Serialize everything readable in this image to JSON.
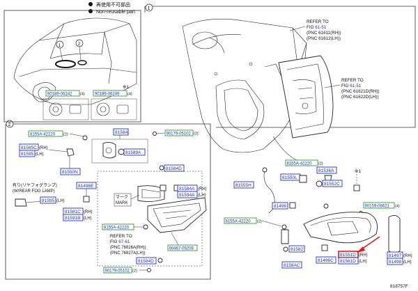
{
  "legend": {
    "item1": "再使用不可部品",
    "item2": "Non-reusable part"
  },
  "sections": {
    "s1": "1",
    "s2": "2"
  },
  "note": {
    "x1_label": "※1",
    "refer_61_51": [
      "REFER TO",
      "FIG 61-51",
      "(PNC  61611(RH))",
      "(PNC  61612(LH))"
    ],
    "refer_61_51_link": "61-51",
    "refer_61_51b": [
      "REFER TO",
      "FIG 61-51",
      "(PNC  61621D(RH))",
      "(PNC  61622D(LH))"
    ],
    "refer_67_61": [
      "REFER TO",
      "FIG 67-61",
      "(PNC 76826A(RH))",
      "(PNC 76827A(LH))"
    ],
    "fog_lamp": [
      "有り(リヤフォグランプ)",
      "(W/REAR FOG LAMP)"
    ],
    "mark": [
      "マーク",
      "MARK"
    ],
    "x1_right": "※1"
  },
  "parts": {
    "p90189_06242": "90189-06242",
    "p90189_06242_qty": "(4)",
    "p90189_06249": "90189-06249",
    "p90189_06249_qty": "(4)",
    "p8155A_42220_a": "8155A-42220",
    "p8155A_42220_a_qty": "(2)",
    "p8158A": "8158A",
    "p90179_05102_a": "90179-05102",
    "p90179_05102_a_qty": "(2)",
    "p81585C": "81585C",
    "p81585C_side": "(RH)",
    "p81595": "81595",
    "p81595_side": "(LH)",
    "p81589A": "81589A",
    "p81550N": "81550N",
    "p81584D": "81584D",
    "p81496E": "81496E",
    "p81584A": "81584A",
    "p81584A_side": "(RH)",
    "p81594A": "81594A",
    "p81594A_side": "(LH)",
    "p81595b": "81595",
    "p81595b_side": "(LH)",
    "p81581C": "81581C",
    "p81581C_side": "(RH)",
    "p81591B": "81591B",
    "p81591B_side": "(LH)",
    "p8155A_42220_b": "8155A-42220",
    "p90467_09208": "90467-09208",
    "p81584D_b": "81584D",
    "p90179_05102_b": "90179-05102",
    "p90179_05102_b_qty": "(2)",
    "p8155A_42220_c": "8155A-42220",
    "p8155A_42220_c_qty": "(2)",
    "p81536A": "81536A",
    "p81555H": "81555H",
    "p81550L": "81550L",
    "p81552C": "81552C",
    "p81496": "81496",
    "p90159_06621": "90159-06621",
    "p90159_06621_qty": "(4)",
    "p8155A_42220_d": "8155A-42220",
    "p8155A_42220_d_qty": "(2)",
    "p81582": "81582",
    "p8158AC": "8158AC",
    "p81496C": "81496C",
    "p81551D": "81551D",
    "p81551D_side": "(RH)",
    "p81561D": "81561D",
    "p81561D_side": "(LH)",
    "p81497": "81497",
    "p81497_side": "(RH)",
    "p81498": "81498",
    "p81498_side": "(LH)"
  },
  "footer": {
    "figure_id": "818757F"
  },
  "colors": {
    "link_blue": "#1a2fd0",
    "code_green": "#2d9a2d",
    "highlight_red": "#e01818"
  }
}
